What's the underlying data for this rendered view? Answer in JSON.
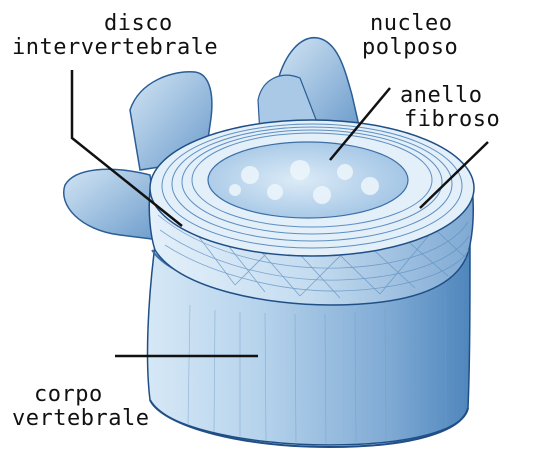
{
  "labels": {
    "disco": {
      "line1": "disco",
      "line2": "intervertebrale"
    },
    "nucleo": {
      "line1": "nucleo",
      "line2": "polposo"
    },
    "anello": {
      "line1": "anello",
      "line2": "fibroso"
    },
    "corpo": {
      "line1": "corpo",
      "line2": "vertebrale"
    }
  },
  "colors": {
    "bone_light": "#c9e0f2",
    "bone_mid": "#8fb7dc",
    "bone_dark": "#4a80b8",
    "outline": "#1f4f86",
    "leader_line": "#111111"
  }
}
